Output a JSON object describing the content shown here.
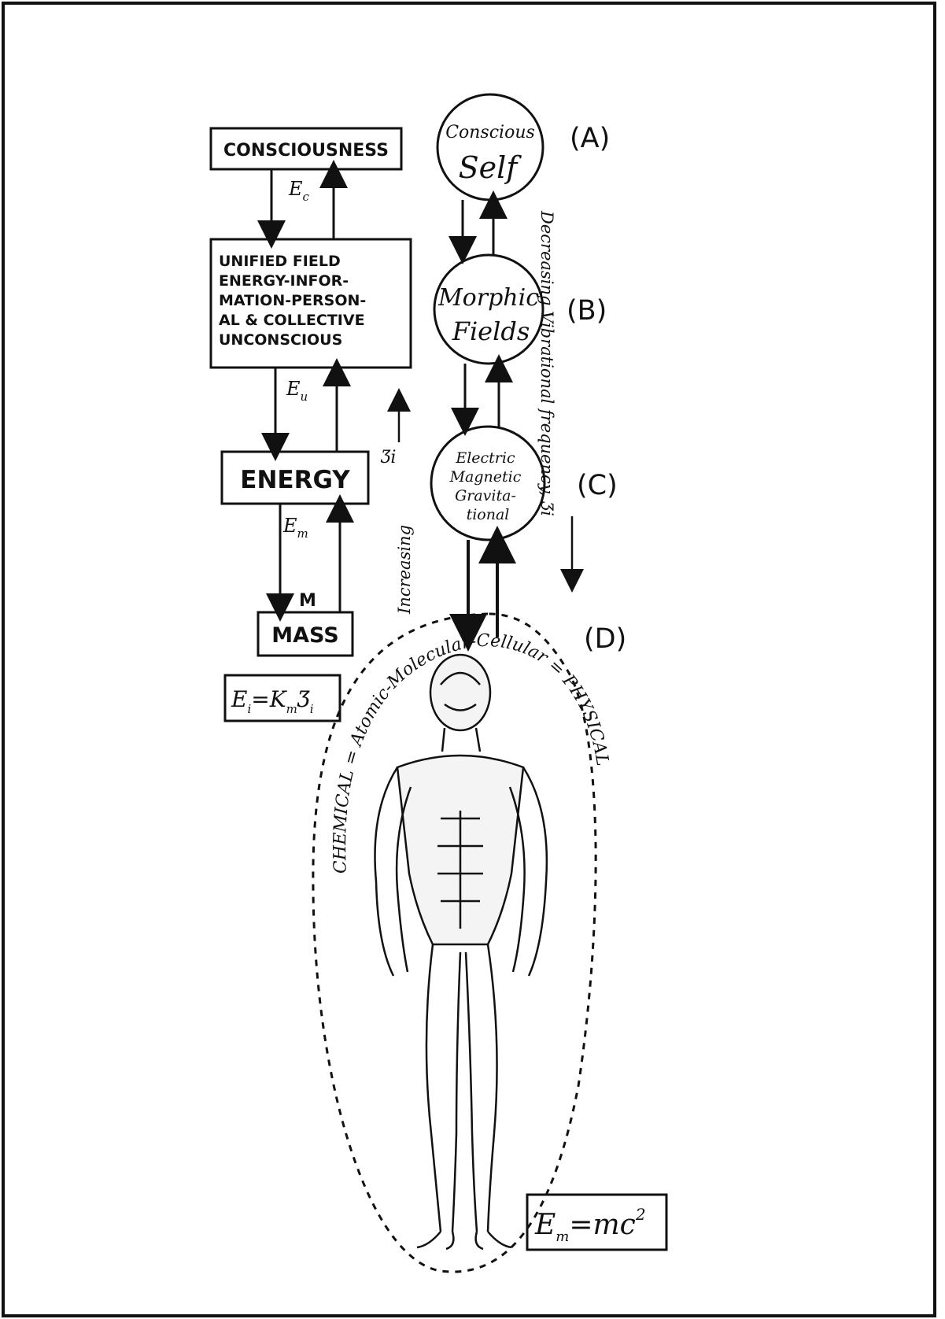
{
  "flow_boxes": {
    "consciousness": "CONSCIOUSNESS",
    "unified_lines": [
      "UNIFIED FIELD",
      "ENERGY-INFOR-",
      "MATION-PERSON-",
      "AL & COLLECTIVE",
      "UNCONSCIOUS"
    ],
    "energy": "ENERGY",
    "mass": "MASS"
  },
  "flow_labels": {
    "e_c": "E",
    "e_c_sub": "c",
    "e_u": "E",
    "e_u_sub": "u",
    "e_m": "E",
    "e_m_sub": "m",
    "m": "M"
  },
  "formulas": {
    "ei_prefix": "E",
    "ei_prefix_sub": "i",
    "ei_middle": "=K",
    "ei_middle_sub": "m",
    "ei_symbol": "Ʒ",
    "ei_symbol_sub": "i",
    "em_prefix": "E",
    "em_prefix_sub": "m",
    "em_rhs": "=mc",
    "em_sup": "2"
  },
  "circles": {
    "a_line1": "Conscious",
    "a_line2": "Self",
    "b_line1": "Morphic",
    "b_line2": "Fields",
    "c_lines": [
      "Electric",
      "Magnetic",
      "Gravita-",
      "tional"
    ]
  },
  "level_labels": {
    "a": "(A)",
    "b": "(B)",
    "c": "(C)",
    "d": "(D)"
  },
  "side_labels": {
    "decreasing": "Decreasing Vibrational frequency, Ʒi",
    "increasing": "Increasing",
    "symbol": "Ʒi"
  },
  "body_ring_text": "CHEMICAL = Atomic-Molecular-Cellular = PHYSICAL"
}
